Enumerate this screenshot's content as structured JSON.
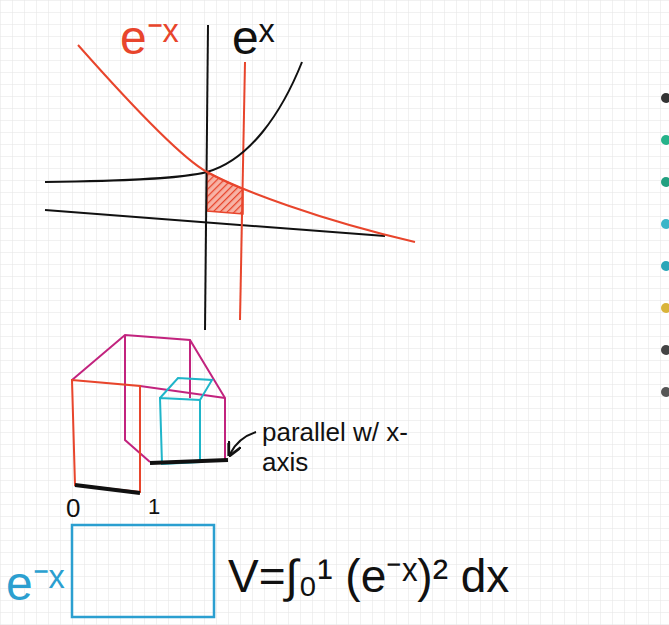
{
  "diagram": {
    "labels": [
      "e⁻ˣ",
      "eˣ",
      "parallel w/ x-axis",
      "0",
      "1",
      "e⁻ˣ",
      "V=∫₀¹ (e⁻ˣ)² dx"
    ]
  }
}
